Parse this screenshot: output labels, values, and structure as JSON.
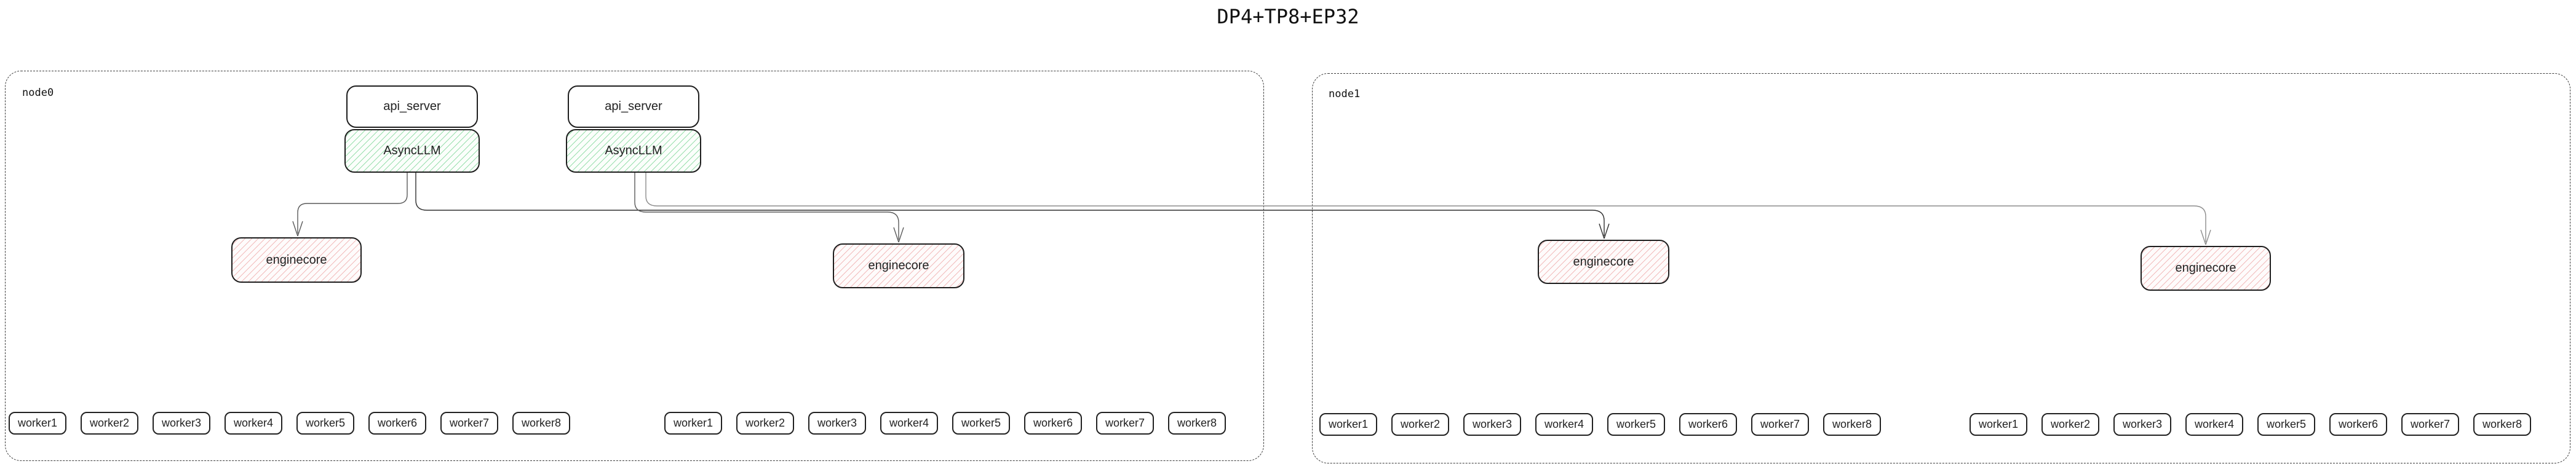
{
  "title": "DP4+TP8+EP32",
  "nodes": [
    {
      "label": "node0",
      "stacks": [
        {
          "api_server": "api_server",
          "async_llm": "AsyncLLM"
        },
        {
          "api_server": "api_server",
          "async_llm": "AsyncLLM"
        }
      ],
      "enginecores": [
        {
          "label": "enginecore"
        },
        {
          "label": "enginecore"
        }
      ],
      "worker_groups": [
        {
          "workers": [
            "worker1",
            "worker2",
            "worker3",
            "worker4",
            "worker5",
            "worker6",
            "worker7",
            "worker8"
          ]
        },
        {
          "workers": [
            "worker1",
            "worker2",
            "worker3",
            "worker4",
            "worker5",
            "worker6",
            "worker7",
            "worker8"
          ]
        }
      ]
    },
    {
      "label": "node1",
      "stacks": [],
      "enginecores": [
        {
          "label": "enginecore"
        },
        {
          "label": "enginecore"
        }
      ],
      "worker_groups": [
        {
          "workers": [
            "worker1",
            "worker2",
            "worker3",
            "worker4",
            "worker5",
            "worker6",
            "worker7",
            "worker8"
          ]
        },
        {
          "workers": [
            "worker1",
            "worker2",
            "worker3",
            "worker4",
            "worker5",
            "worker6",
            "worker7",
            "worker8"
          ]
        }
      ]
    }
  ],
  "edges": [
    {
      "from": "AsyncLLM-1",
      "to": "enginecore-node0-1",
      "arrow": "down"
    },
    {
      "from": "AsyncLLM-1",
      "to": "enginecore-node1-1",
      "arrow": "down"
    },
    {
      "from": "AsyncLLM-2",
      "to": "enginecore-node0-2",
      "arrow": "down"
    },
    {
      "from": "AsyncLLM-2",
      "to": "enginecore-node1-2",
      "arrow": "down"
    }
  ],
  "colors": {
    "async_llm_hatch": "#9adfae",
    "async_llm_bg": "#fbfefb",
    "enginecore_hatch": "#f2bcbc",
    "enginecore_bg": "#fefbfb",
    "box_border": "#1e1e1e",
    "node_dash_border": "#3a3a3a",
    "edge_gray": "#666666",
    "edge_dark": "#2f2f2f"
  }
}
